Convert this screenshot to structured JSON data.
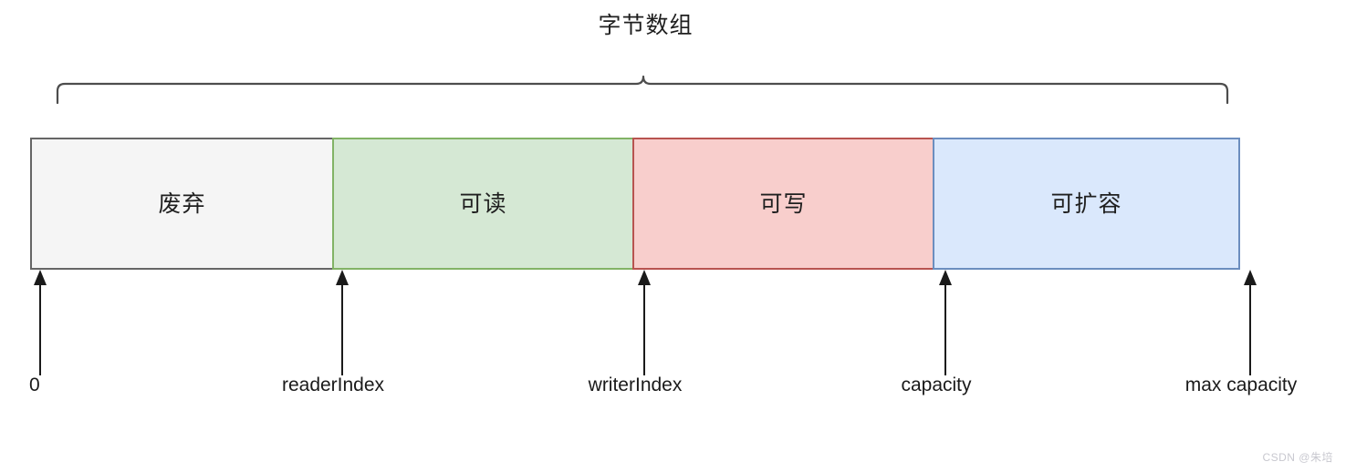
{
  "diagram": {
    "title": "字节数组",
    "brace_label": "字节数组",
    "segments": [
      {
        "id": "discard",
        "label": "废弃",
        "fill": "#f5f5f5",
        "stroke": "#666666"
      },
      {
        "id": "readable",
        "label": "可读",
        "fill": "#d5e8d4",
        "stroke": "#82b366"
      },
      {
        "id": "writable",
        "label": "可写",
        "fill": "#f8cecc",
        "stroke": "#b85450"
      },
      {
        "id": "expandable",
        "label": "可扩容",
        "fill": "#dae8fc",
        "stroke": "#6c8ebf"
      }
    ],
    "markers": [
      {
        "id": "zero",
        "label": "0"
      },
      {
        "id": "reader-index",
        "label": "readerIndex"
      },
      {
        "id": "writer-index",
        "label": "writerIndex"
      },
      {
        "id": "capacity",
        "label": "capacity"
      },
      {
        "id": "max-capacity",
        "label": "max capacity"
      }
    ]
  },
  "watermark": {
    "text": "CSDN @朱培"
  }
}
